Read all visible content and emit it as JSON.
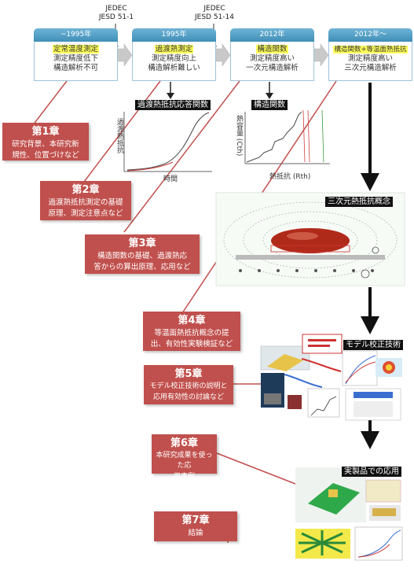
{
  "jedec": [
    {
      "line1": "JEDEC",
      "line2": "JESD 51-1"
    },
    {
      "line1": "JEDEC",
      "line2": "JESD 51-14"
    }
  ],
  "eras": [
    {
      "head": "~1995年",
      "hl": "定常温度測定",
      "l2": "測定精度低下",
      "l3": "構造解析不可"
    },
    {
      "head": "1995年",
      "hl": "過渡熱測定",
      "l2": "測定精度向上",
      "l3": "構造解析難しい"
    },
    {
      "head": "2012年",
      "hl": "構造関数",
      "l2": "測定精度高い",
      "l3": "一次元構造解析"
    },
    {
      "head": "2012年～",
      "hl": "構造関数+等温面熱抵抗",
      "l2": "測定精度高い",
      "l3": "三次元構造解析"
    }
  ],
  "panels": {
    "transient": {
      "title": "過渡熱抵抗応答関数",
      "ylabel": "過渡熱抵抗",
      "xlabel": "時間"
    },
    "structure": {
      "title": "構造関数",
      "ylabel": "熱容量 (Cth)",
      "xlabel": "熱抵抗 (Rth)"
    },
    "concept": {
      "title": "三次元熱抵抗概念"
    },
    "calibration": {
      "title": "モデル校正技術"
    },
    "application": {
      "title": "実製品での応用"
    }
  },
  "chapters": [
    {
      "title": "第1章",
      "desc1": "研究背景、本研究新",
      "desc2": "規性、位置づけなど"
    },
    {
      "title": "第2章",
      "desc1": "過渡熱抵抗測定の基礎",
      "desc2": "原理、測定注意点など"
    },
    {
      "title": "第3章",
      "desc1": "構造関数の基礎、過渡熱応",
      "desc2": "答からの算出原理、応用など"
    },
    {
      "title": "第4章",
      "desc1": "等温面熱抵抗概念の提",
      "desc2": "出、有効性実験検証など"
    },
    {
      "title": "第5章",
      "desc1": "モデル校正技術の説明と",
      "desc2": "応用有効性の討論など"
    },
    {
      "title": "第6章",
      "desc1": "本研究成果を使った応",
      "desc2": "用事例"
    },
    {
      "title": "第7章",
      "desc1": "結論",
      "desc2": ""
    }
  ],
  "colors": {
    "chapter": "#c0504d",
    "era_head": "#4a98c4",
    "highlight": "#ffff5a",
    "connector": "#c0504d"
  }
}
